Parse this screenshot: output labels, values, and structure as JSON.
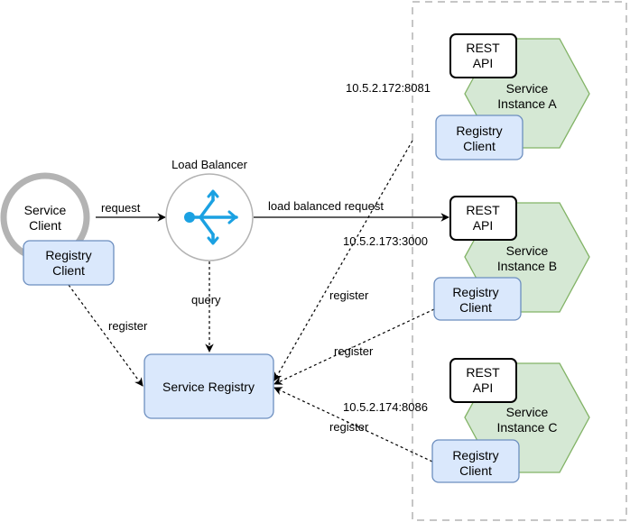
{
  "service_client": {
    "label_line1": "Service",
    "label_line2": "Client",
    "registry_line1": "Registry",
    "registry_line2": "Client"
  },
  "load_balancer": {
    "title": "Load Balancer"
  },
  "service_registry": {
    "label": "Service Registry"
  },
  "instances": [
    {
      "rest_line1": "REST",
      "rest_line2": "API",
      "name_line1": "Service",
      "name_line2": "Instance A",
      "registry_line1": "Registry",
      "registry_line2": "Client",
      "address": "10.5.2.172:8081"
    },
    {
      "rest_line1": "REST",
      "rest_line2": "API",
      "name_line1": "Service",
      "name_line2": "Instance B",
      "registry_line1": "Registry",
      "registry_line2": "Client",
      "address": "10.5.2.173:3000"
    },
    {
      "rest_line1": "REST",
      "rest_line2": "API",
      "name_line1": "Service",
      "name_line2": "Instance C",
      "registry_line1": "Registry",
      "registry_line2": "Client",
      "address": "10.5.2.174:8086"
    }
  ],
  "edges": {
    "request": "request",
    "load_balanced_request": "load balanced request",
    "query": "query",
    "client_register": "register",
    "instance_a_register": "register",
    "instance_b_register": "register",
    "instance_c_register": "register"
  },
  "colors": {
    "registry_fill": "#dae8fc",
    "registry_stroke": "#6c8ebf",
    "instance_fill": "#d5e8d4",
    "instance_stroke": "#82b366",
    "load_balancer_icon": "#1ba1e2",
    "client_ring": "#b3b3b3",
    "container_border": "#b3b3b3"
  }
}
